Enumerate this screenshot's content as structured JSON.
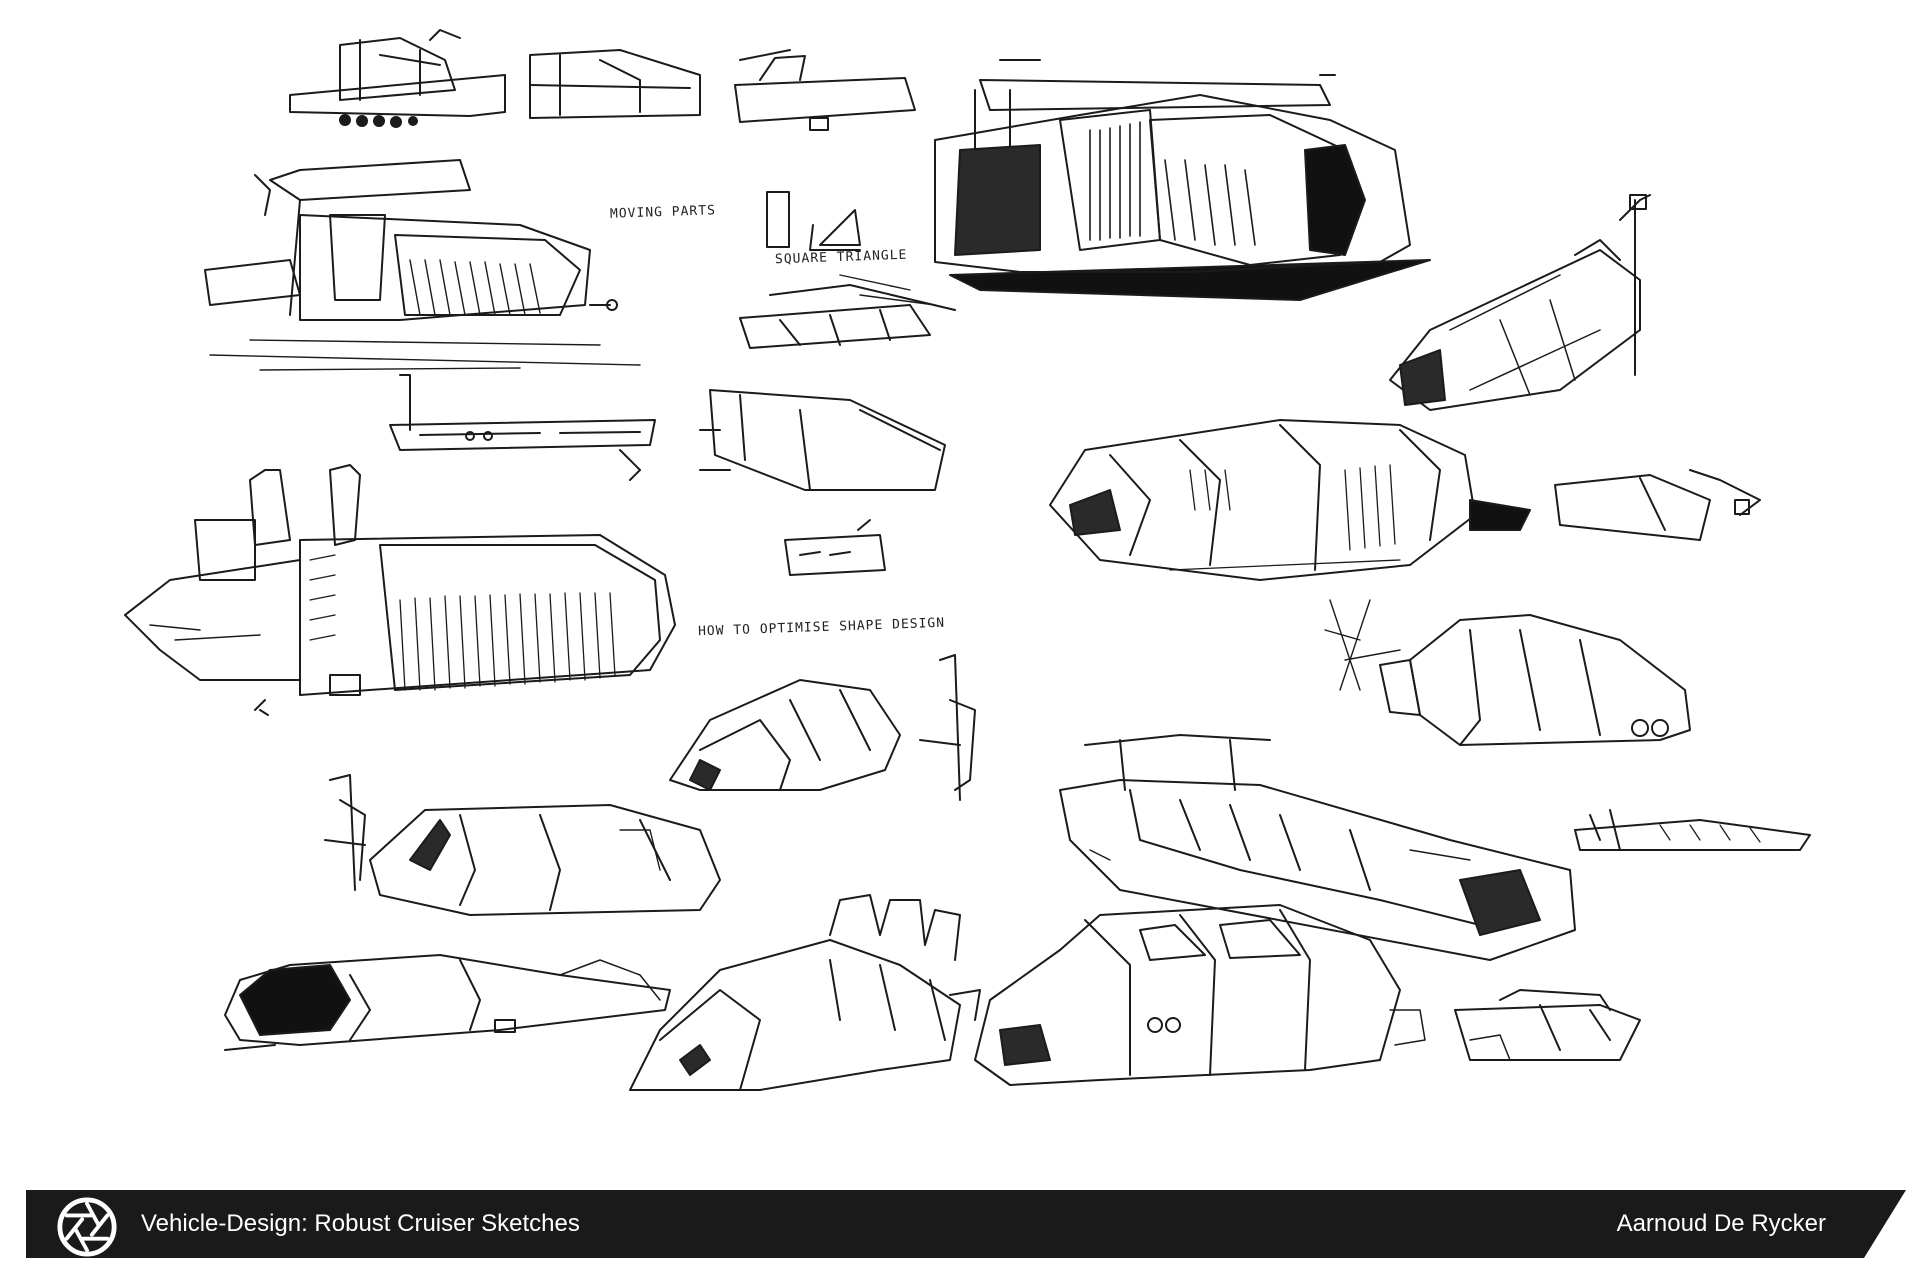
{
  "footer": {
    "title": "Vehicle-Design: Robust Cruiser Sketches",
    "author": "Aarnoud De Rycker",
    "logo_icon": "camera-aperture-icon",
    "background": "#1a1a1a",
    "text_color": "#ffffff"
  },
  "notes": {
    "moving_parts": "MOVING PARTS",
    "square_triangle": "SQUARE TRIANGLE",
    "how_to_optimise": "HOW TO OPTIMISE SHAPE DESIGN"
  },
  "sketches": [
    "tracked-vehicle-sketch",
    "cab-block-sketch",
    "fin-block-sketch",
    "inked-hover-truck-sketch",
    "covered-cruiser-sketch",
    "square-triangle-study",
    "wedge-study",
    "vertical-pylon-pod-sketch",
    "side-profile-sketch",
    "wedge-block-sketch",
    "heavy-cruiser-sketch",
    "long-pod-cruiser-sketch",
    "small-wedge-sketch",
    "small-part-sketch",
    "rotor-pod-sketch",
    "crane-arm-pod-sketch",
    "open-deck-boat-sketch",
    "long-blade-sketch",
    "rear-arm-pod-sketch",
    "dark-canopy-cruiser-sketch",
    "open-seat-cruiser-sketch",
    "cabin-cruiser-sketch",
    "small-block-sketch"
  ]
}
